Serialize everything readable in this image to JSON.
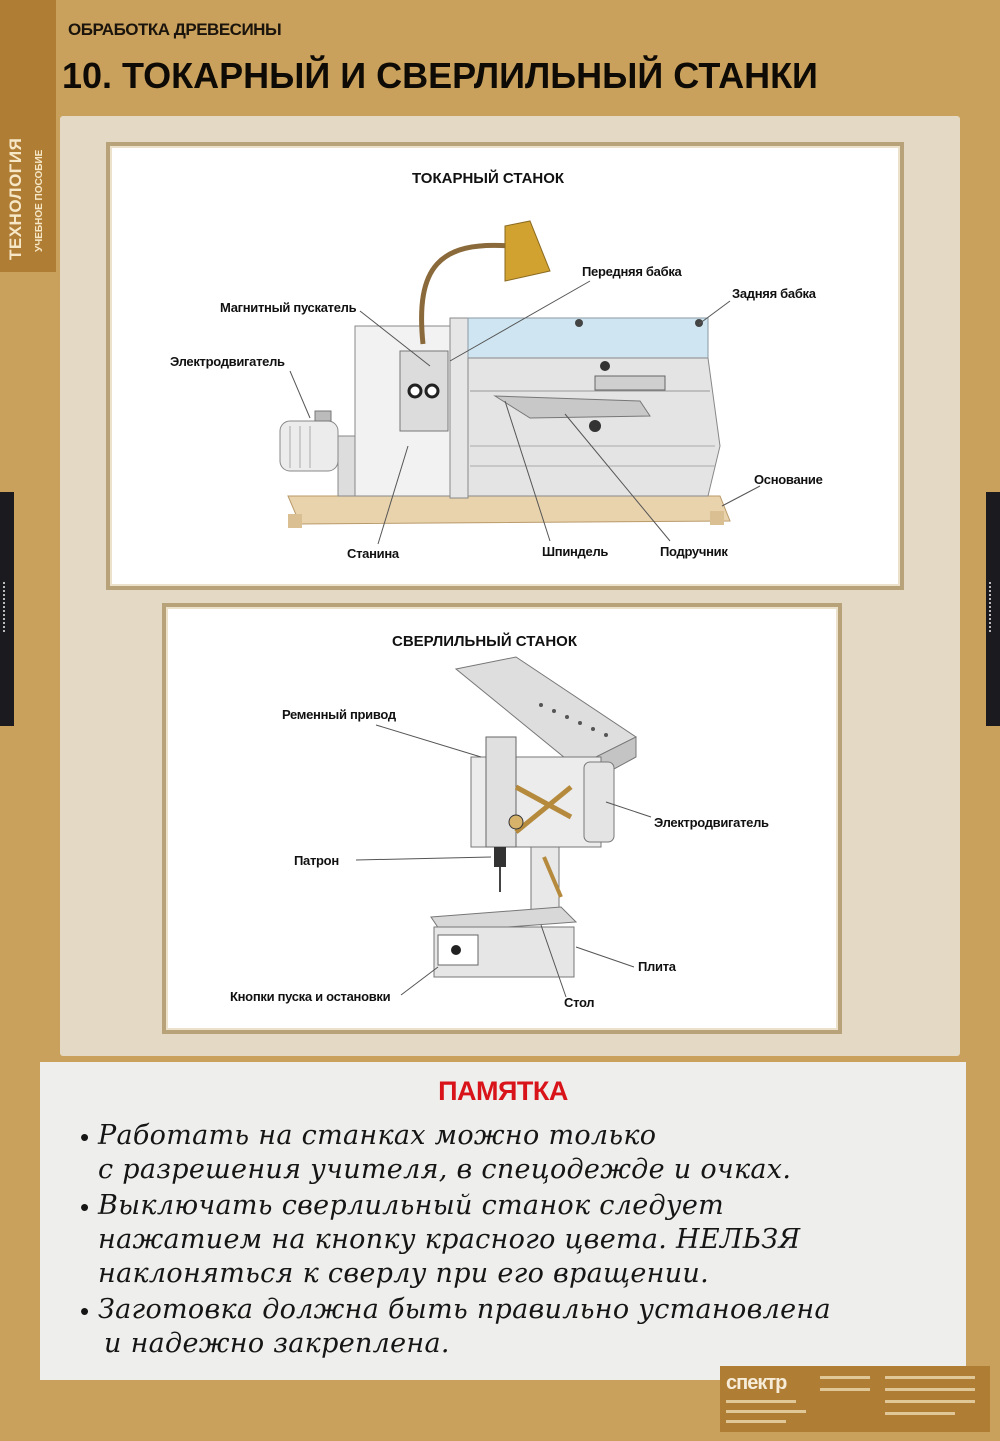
{
  "side_tab": {
    "line1": "ТЕХНОЛОГИЯ",
    "line2": "УЧЕБНОЕ ПОСОБИЕ"
  },
  "header": {
    "subtitle": "ОБРАБОТКА ДРЕВЕСИНЫ",
    "title": "10. ТОКАРНЫЙ И СВЕРЛИЛЬНЫЙ СТАНКИ"
  },
  "lathe": {
    "title": "ТОКАРНЫЙ СТАНОК",
    "labels": {
      "front_headstock": "Передняя бабка",
      "tailstock": "Задняя бабка",
      "magnetic_starter": "Магнитный пускатель",
      "motor": "Электродвигатель",
      "base": "Основание",
      "bed": "Станина",
      "spindle": "Шпиндель",
      "tool_rest": "Подручник"
    }
  },
  "drill": {
    "title": "СВЕРЛИЛЬНЫЙ СТАНОК",
    "labels": {
      "belt_drive": "Ременный привод",
      "motor": "Электродвигатель",
      "chuck": "Патрон",
      "plate": "Плита",
      "buttons": "Кнопки пуска и остановки",
      "table": "Стол"
    }
  },
  "memo": {
    "title": "ПАМЯТКА",
    "items": [
      {
        "lines": [
          "Работать на станках можно только",
          "с разрешения учителя, в спецодежде и очках."
        ]
      },
      {
        "lines": [
          "Выключать сверлильный станок следует",
          "нажатием на кнопку красного цвета. НЕЛЬЗЯ",
          "наклоняться к сверлу при его вращении."
        ]
      },
      {
        "lines": [
          "Заготовка должна быть правильно установлена",
          "и надежно закреплена."
        ]
      }
    ]
  },
  "footer": {
    "publisher_logo": "спектр"
  },
  "colors": {
    "background": "#c9a15c",
    "side_tab": "#b07d35",
    "memo_title": "#d8141a",
    "memo_bg": "#eeeeec"
  }
}
